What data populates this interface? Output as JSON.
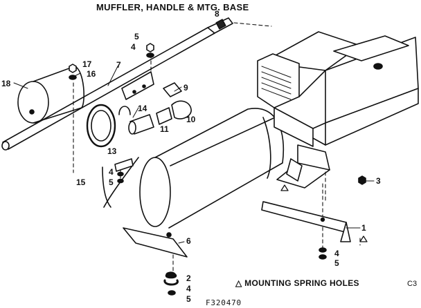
{
  "title": "MUFFLER, HANDLE & MTG. BASE",
  "callouts": [
    {
      "id": "c8",
      "text": "8"
    },
    {
      "id": "c5a",
      "text": "5"
    },
    {
      "id": "c4a",
      "text": "4"
    },
    {
      "id": "c17",
      "text": "17"
    },
    {
      "id": "c16",
      "text": "16"
    },
    {
      "id": "c7",
      "text": "7"
    },
    {
      "id": "c18",
      "text": "18"
    },
    {
      "id": "c9",
      "text": "9"
    },
    {
      "id": "c14",
      "text": "14"
    },
    {
      "id": "c11",
      "text": "11"
    },
    {
      "id": "c10",
      "text": "10"
    },
    {
      "id": "c13",
      "text": "13"
    },
    {
      "id": "c4b",
      "text": "4"
    },
    {
      "id": "c5b",
      "text": "5"
    },
    {
      "id": "c15",
      "text": "15"
    },
    {
      "id": "c3",
      "text": "3"
    },
    {
      "id": "c1",
      "text": "1"
    },
    {
      "id": "c6",
      "text": "6"
    },
    {
      "id": "c4c",
      "text": "4"
    },
    {
      "id": "c5c",
      "text": "5"
    },
    {
      "id": "c2",
      "text": "2"
    },
    {
      "id": "c4d",
      "text": "4"
    },
    {
      "id": "c5d",
      "text": "5"
    }
  ],
  "note": "△ MOUNTING SPRING HOLES",
  "figure_number": "F320470",
  "page_code": "C3"
}
